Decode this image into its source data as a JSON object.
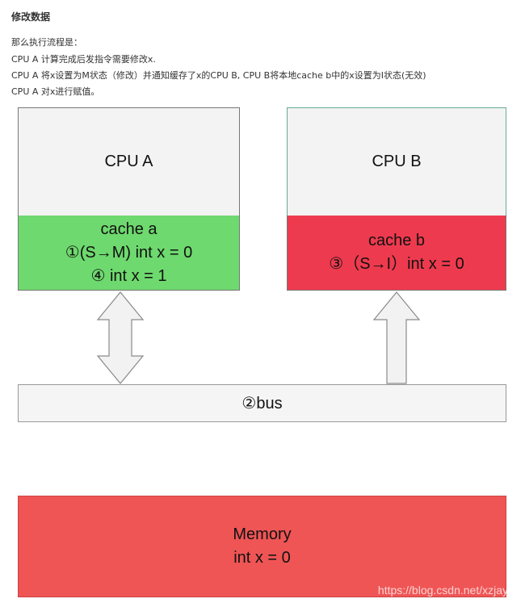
{
  "header": {
    "title": "修改数据",
    "lines": [
      "那么执行流程是：",
      "CPU A 计算完成后发指令需要修改x.",
      "CPU A 将x设置为M状态（修改）并通知缓存了x的CPU B, CPU B将本地cache b中的x设置为I状态(无效)",
      "CPU A 对x进行赋值。"
    ]
  },
  "cpu_a": {
    "name": "CPU A",
    "cache_label": "cache a",
    "cache_line1": "①(S→M) int x = 0",
    "cache_line2": "④ int x = 1",
    "cache_color": "#6ed96e"
  },
  "cpu_b": {
    "name": "CPU B",
    "cache_label": "cache b",
    "cache_line1": "③（S→I）int x = 0",
    "cache_color": "#ee3a4e"
  },
  "bus": {
    "label": "②bus"
  },
  "memory": {
    "label": "Memory",
    "value": "int x = 0",
    "color": "#ef5555"
  },
  "watermark": "https://blog.csdn.net/xzjayx"
}
